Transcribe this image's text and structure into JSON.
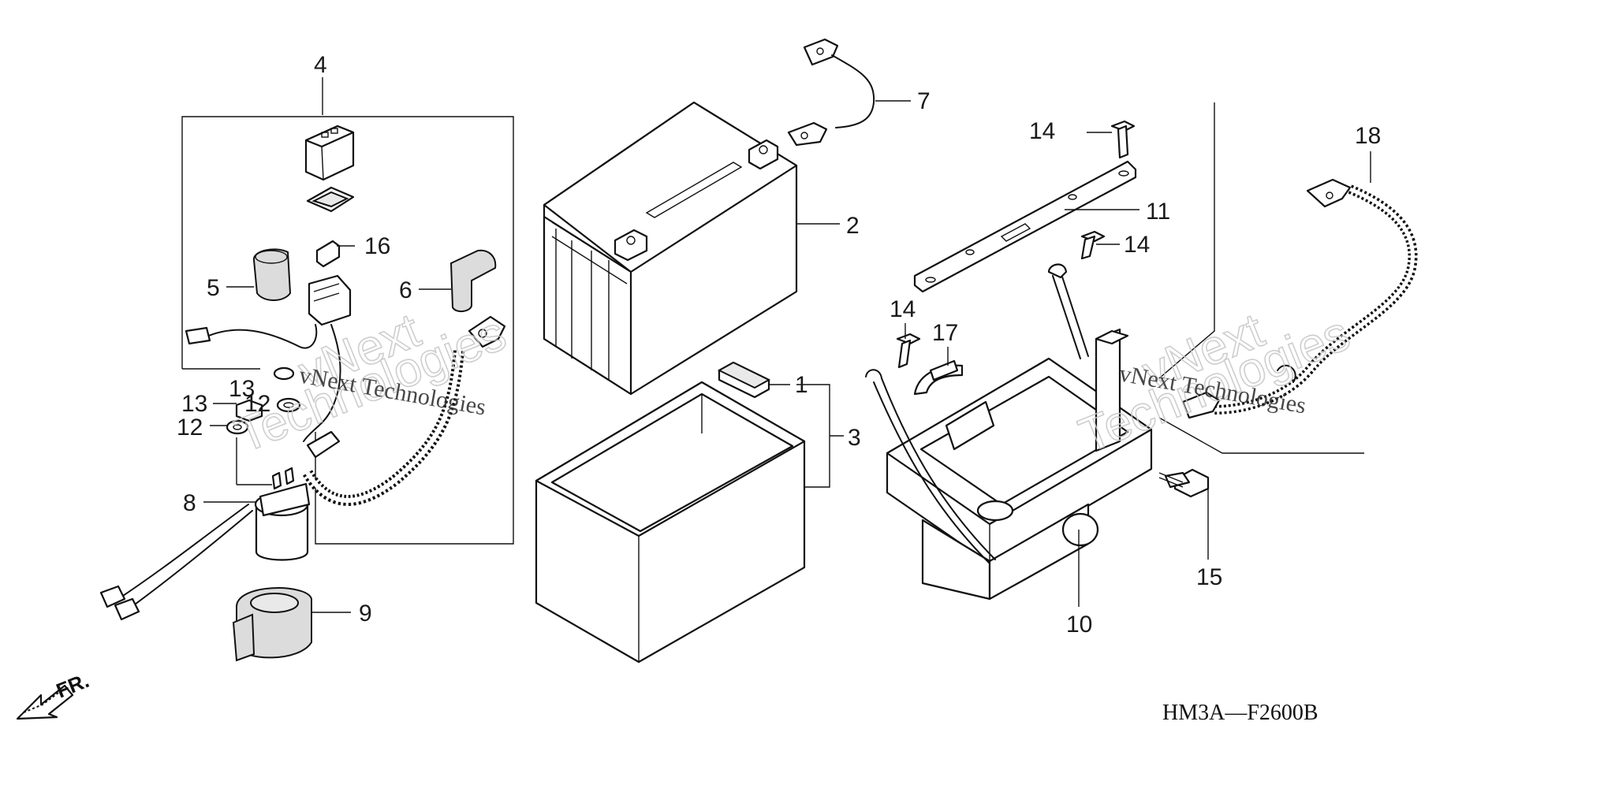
{
  "diagram": {
    "drawing_code": "HM3A—F2600B",
    "front_marker": "FR.",
    "watermark": {
      "big_line1": "vNext",
      "big_line2": "Technologies",
      "small": "vNext Technologies"
    },
    "callouts": [
      "1",
      "2",
      "3",
      "4",
      "5",
      "6",
      "7",
      "8",
      "9",
      "10",
      "11",
      "12",
      "12",
      "13",
      "13",
      "14",
      "14",
      "14",
      "15",
      "16",
      "17",
      "18"
    ]
  }
}
